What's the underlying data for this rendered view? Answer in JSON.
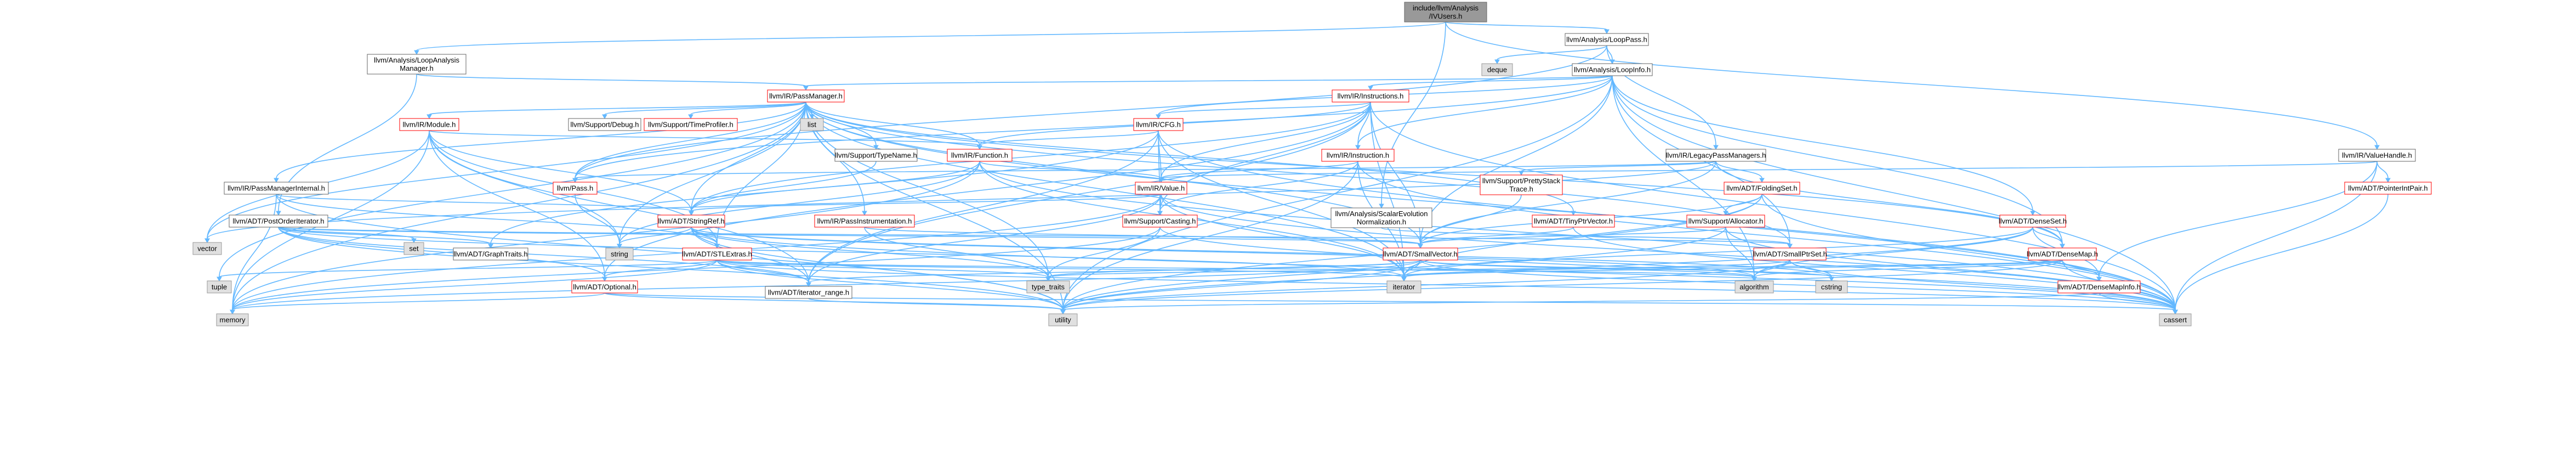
{
  "nodes": [
    {
      "id": "users",
      "lines": [
        "include/llvm/Analysis",
        "/IVUsers.h"
      ],
      "style": "root"
    },
    {
      "id": "looppass",
      "lines": [
        "llvm/Analysis/LoopPass.h"
      ],
      "style": "normal"
    },
    {
      "id": "lam",
      "lines": [
        "llvm/Analysis/LoopAnalysis",
        "Manager.h"
      ],
      "style": "normal"
    },
    {
      "id": "valuehandle",
      "lines": [
        "llvm/IR/ValueHandle.h"
      ],
      "style": "normal"
    },
    {
      "id": "deque",
      "lines": [
        "deque"
      ],
      "style": "sys"
    },
    {
      "id": "loopinfo",
      "lines": [
        "llvm/Analysis/LoopInfo.h"
      ],
      "style": "normal"
    },
    {
      "id": "passmanager",
      "lines": [
        "llvm/IR/PassManager.h"
      ],
      "style": "trunc"
    },
    {
      "id": "instructions",
      "lines": [
        "llvm/IR/Instructions.h"
      ],
      "style": "trunc"
    },
    {
      "id": "module",
      "lines": [
        "llvm/IR/Module.h"
      ],
      "style": "trunc"
    },
    {
      "id": "debug",
      "lines": [
        "llvm/Support/Debug.h"
      ],
      "style": "normal"
    },
    {
      "id": "timeprofiler",
      "lines": [
        "llvm/Support/TimeProfiler.h"
      ],
      "style": "trunc"
    },
    {
      "id": "list",
      "lines": [
        "list"
      ],
      "style": "sys"
    },
    {
      "id": "cfg",
      "lines": [
        "llvm/IR/CFG.h"
      ],
      "style": "trunc"
    },
    {
      "id": "typename",
      "lines": [
        "llvm/Support/TypeName.h"
      ],
      "style": "normal"
    },
    {
      "id": "function",
      "lines": [
        "llvm/IR/Function.h"
      ],
      "style": "trunc"
    },
    {
      "id": "instruction",
      "lines": [
        "llvm/IR/Instruction.h"
      ],
      "style": "trunc"
    },
    {
      "id": "legacypm",
      "lines": [
        "llvm/IR/LegacyPassManagers.h"
      ],
      "style": "normal"
    },
    {
      "id": "pminternal",
      "lines": [
        "llvm/IR/PassManagerInternal.h"
      ],
      "style": "normal"
    },
    {
      "id": "pass",
      "lines": [
        "llvm/Pass.h"
      ],
      "style": "trunc"
    },
    {
      "id": "value",
      "lines": [
        "llvm/IR/Value.h"
      ],
      "style": "trunc"
    },
    {
      "id": "prettystack",
      "lines": [
        "llvm/Support/PrettyStack",
        "Trace.h"
      ],
      "style": "trunc"
    },
    {
      "id": "foldingset",
      "lines": [
        "llvm/ADT/FoldingSet.h"
      ],
      "style": "trunc"
    },
    {
      "id": "pointerintpair",
      "lines": [
        "llvm/ADT/PointerIntPair.h"
      ],
      "style": "trunc"
    },
    {
      "id": "postorder",
      "lines": [
        "llvm/ADT/PostOrderIterator.h"
      ],
      "style": "normal"
    },
    {
      "id": "stringref",
      "lines": [
        "llvm/ADT/StringRef.h"
      ],
      "style": "trunc"
    },
    {
      "id": "passinstr",
      "lines": [
        "llvm/IR/PassInstrumentation.h"
      ],
      "style": "trunc"
    },
    {
      "id": "casting",
      "lines": [
        "llvm/Support/Casting.h"
      ],
      "style": "trunc"
    },
    {
      "id": "scalarevo",
      "lines": [
        "llvm/Analysis/ScalarEvolution",
        "Normalization.h"
      ],
      "style": "normal"
    },
    {
      "id": "tinyptr",
      "lines": [
        "llvm/ADT/TinyPtrVector.h"
      ],
      "style": "trunc"
    },
    {
      "id": "allocator",
      "lines": [
        "llvm/Support/Allocator.h"
      ],
      "style": "trunc"
    },
    {
      "id": "denseset",
      "lines": [
        "llvm/ADT/DenseSet.h"
      ],
      "style": "trunc"
    },
    {
      "id": "vector",
      "lines": [
        "vector"
      ],
      "style": "sys"
    },
    {
      "id": "set",
      "lines": [
        "set"
      ],
      "style": "sys"
    },
    {
      "id": "graphtraits",
      "lines": [
        "llvm/ADT/GraphTraits.h"
      ],
      "style": "normal"
    },
    {
      "id": "string",
      "lines": [
        "string"
      ],
      "style": "sys"
    },
    {
      "id": "stlextras",
      "lines": [
        "llvm/ADT/STLExtras.h"
      ],
      "style": "trunc"
    },
    {
      "id": "smallvector",
      "lines": [
        "llvm/ADT/SmallVector.h"
      ],
      "style": "trunc"
    },
    {
      "id": "smallptrset",
      "lines": [
        "llvm/ADT/SmallPtrSet.h"
      ],
      "style": "trunc"
    },
    {
      "id": "densemap",
      "lines": [
        "llvm/ADT/DenseMap.h"
      ],
      "style": "trunc"
    },
    {
      "id": "tuple",
      "lines": [
        "tuple"
      ],
      "style": "sys"
    },
    {
      "id": "optional",
      "lines": [
        "llvm/ADT/Optional.h"
      ],
      "style": "trunc"
    },
    {
      "id": "iterrange",
      "lines": [
        "llvm/ADT/iterator_range.h"
      ],
      "style": "normal"
    },
    {
      "id": "typetraits",
      "lines": [
        "type_traits"
      ],
      "style": "sys"
    },
    {
      "id": "iterator",
      "lines": [
        "iterator"
      ],
      "style": "sys"
    },
    {
      "id": "algorithm",
      "lines": [
        "algorithm"
      ],
      "style": "sys"
    },
    {
      "id": "cstring",
      "lines": [
        "cstring"
      ],
      "style": "sys"
    },
    {
      "id": "densemapinfo",
      "lines": [
        "llvm/ADT/DenseMapInfo.h"
      ],
      "style": "trunc"
    },
    {
      "id": "memory",
      "lines": [
        "memory"
      ],
      "style": "sys"
    },
    {
      "id": "utility",
      "lines": [
        "utility"
      ],
      "style": "sys"
    },
    {
      "id": "cassert",
      "lines": [
        "cassert"
      ],
      "style": "sys"
    }
  ],
  "edges": [
    [
      "users",
      "looppass"
    ],
    [
      "users",
      "lam"
    ],
    [
      "users",
      "valuehandle"
    ],
    [
      "users",
      "scalarevo"
    ],
    [
      "looppass",
      "deque"
    ],
    [
      "looppass",
      "loopinfo"
    ],
    [
      "looppass",
      "legacypm"
    ],
    [
      "looppass",
      "pass"
    ],
    [
      "lam",
      "passmanager"
    ],
    [
      "lam",
      "postorder"
    ],
    [
      "loopinfo",
      "passmanager"
    ],
    [
      "loopinfo",
      "instructions"
    ],
    [
      "loopinfo",
      "cfg"
    ],
    [
      "loopinfo",
      "instruction"
    ],
    [
      "loopinfo",
      "denseset"
    ],
    [
      "loopinfo",
      "densemap"
    ],
    [
      "loopinfo",
      "smallptrset"
    ],
    [
      "loopinfo",
      "smallvector"
    ],
    [
      "loopinfo",
      "pass"
    ],
    [
      "loopinfo",
      "algorithm"
    ],
    [
      "loopinfo",
      "utility"
    ],
    [
      "loopinfo",
      "cassert"
    ],
    [
      "passmanager",
      "module"
    ],
    [
      "passmanager",
      "debug"
    ],
    [
      "passmanager",
      "timeprofiler"
    ],
    [
      "passmanager",
      "list"
    ],
    [
      "passmanager",
      "typename"
    ],
    [
      "passmanager",
      "function"
    ],
    [
      "passmanager",
      "pminternal"
    ],
    [
      "passmanager",
      "passinstr"
    ],
    [
      "passmanager",
      "stringref"
    ],
    [
      "passmanager",
      "stlextras"
    ],
    [
      "passmanager",
      "smallptrset"
    ],
    [
      "passmanager",
      "smallvector"
    ],
    [
      "passmanager",
      "tinyptr"
    ],
    [
      "passmanager",
      "densemap"
    ],
    [
      "passmanager",
      "vector"
    ],
    [
      "passmanager",
      "tuple"
    ],
    [
      "passmanager",
      "memory"
    ],
    [
      "passmanager",
      "cassert"
    ],
    [
      "passmanager",
      "iterator"
    ],
    [
      "passmanager",
      "typetraits"
    ],
    [
      "passmanager",
      "utility"
    ],
    [
      "passmanager",
      "string"
    ],
    [
      "passmanager",
      "pass"
    ],
    [
      "instructions",
      "cfg"
    ],
    [
      "instructions",
      "instruction"
    ],
    [
      "instructions",
      "function"
    ],
    [
      "instructions",
      "value"
    ],
    [
      "instructions",
      "casting"
    ],
    [
      "instructions",
      "iterrange"
    ],
    [
      "instructions",
      "stringref"
    ],
    [
      "instructions",
      "smallvector"
    ],
    [
      "instructions",
      "optional"
    ],
    [
      "instructions",
      "iterator"
    ],
    [
      "instructions",
      "cassert"
    ],
    [
      "module",
      "function"
    ],
    [
      "module",
      "stringref"
    ],
    [
      "module",
      "stlextras"
    ],
    [
      "module",
      "iterrange"
    ],
    [
      "module",
      "optional"
    ],
    [
      "module",
      "vector"
    ],
    [
      "module",
      "memory"
    ],
    [
      "module",
      "string"
    ],
    [
      "cfg",
      "function"
    ],
    [
      "cfg",
      "value"
    ],
    [
      "cfg",
      "casting"
    ],
    [
      "cfg",
      "iterrange"
    ],
    [
      "cfg",
      "graphtraits"
    ],
    [
      "cfg",
      "iterator"
    ],
    [
      "cfg",
      "cassert"
    ],
    [
      "typename",
      "stringref"
    ],
    [
      "function",
      "value"
    ],
    [
      "function",
      "stringref"
    ],
    [
      "function",
      "iterator"
    ],
    [
      "function",
      "string"
    ],
    [
      "function",
      "memory"
    ],
    [
      "function",
      "cassert"
    ],
    [
      "instruction",
      "value"
    ],
    [
      "instruction",
      "casting"
    ],
    [
      "instruction",
      "iterator"
    ],
    [
      "instruction",
      "utility"
    ],
    [
      "instruction",
      "cassert"
    ],
    [
      "legacypm",
      "foldingset"
    ],
    [
      "legacypm",
      "prettystack"
    ],
    [
      "legacypm",
      "densemap"
    ],
    [
      "legacypm",
      "smallvector"
    ],
    [
      "legacypm",
      "pass"
    ],
    [
      "legacypm",
      "vector"
    ],
    [
      "valuehandle",
      "pointerintpair"
    ],
    [
      "valuehandle",
      "value"
    ],
    [
      "valuehandle",
      "densemapinfo"
    ],
    [
      "valuehandle",
      "cassert"
    ],
    [
      "pminternal",
      "stringref"
    ],
    [
      "pminternal",
      "stlextras"
    ],
    [
      "pminternal",
      "memory"
    ],
    [
      "pminternal",
      "utility"
    ],
    [
      "pass",
      "string"
    ],
    [
      "value",
      "stringref"
    ],
    [
      "value",
      "casting"
    ],
    [
      "value",
      "iterrange"
    ],
    [
      "value",
      "iterator"
    ],
    [
      "value",
      "memory"
    ],
    [
      "value",
      "cassert"
    ],
    [
      "prettystack",
      "smallvector"
    ],
    [
      "foldingset",
      "smallvector"
    ],
    [
      "foldingset",
      "allocator"
    ],
    [
      "foldingset",
      "iterator"
    ],
    [
      "foldingset",
      "utility"
    ],
    [
      "foldingset",
      "cassert"
    ],
    [
      "pointerintpair",
      "cassert"
    ],
    [
      "postorder",
      "graphtraits"
    ],
    [
      "postorder",
      "iterrange"
    ],
    [
      "postorder",
      "optional"
    ],
    [
      "postorder",
      "smallptrset"
    ],
    [
      "postorder",
      "smallvector"
    ],
    [
      "postorder",
      "iterator"
    ],
    [
      "postorder",
      "set"
    ],
    [
      "postorder",
      "utility"
    ],
    [
      "stringref",
      "stlextras"
    ],
    [
      "stringref",
      "iterrange"
    ],
    [
      "stringref",
      "algorithm"
    ],
    [
      "stringref",
      "cassert"
    ],
    [
      "stringref",
      "cstring"
    ],
    [
      "stringref",
      "string"
    ],
    [
      "stringref",
      "typetraits"
    ],
    [
      "stringref",
      "utility"
    ],
    [
      "passinstr",
      "typetraits"
    ],
    [
      "passinstr",
      "smallvector"
    ],
    [
      "casting",
      "typetraits"
    ],
    [
      "casting",
      "memory"
    ],
    [
      "casting",
      "cassert"
    ],
    [
      "scalarevo",
      "smallptrset"
    ],
    [
      "tinyptr",
      "smallvector"
    ],
    [
      "tinyptr",
      "cassert"
    ],
    [
      "allocator",
      "smallvector"
    ],
    [
      "allocator",
      "algorithm"
    ],
    [
      "allocator",
      "cassert"
    ],
    [
      "allocator",
      "utility"
    ],
    [
      "denseset",
      "densemap"
    ],
    [
      "denseset",
      "densemapinfo"
    ],
    [
      "denseset",
      "algorithm"
    ],
    [
      "denseset",
      "iterator"
    ],
    [
      "denseset",
      "utility"
    ],
    [
      "stlextras",
      "iterrange"
    ],
    [
      "stlextras",
      "optional"
    ],
    [
      "stlextras",
      "algorithm"
    ],
    [
      "stlextras",
      "cassert"
    ],
    [
      "stlextras",
      "iterator"
    ],
    [
      "stlextras",
      "memory"
    ],
    [
      "stlextras",
      "tuple"
    ],
    [
      "stlextras",
      "typetraits"
    ],
    [
      "stlextras",
      "utility"
    ],
    [
      "smallvector",
      "iterrange"
    ],
    [
      "smallvector",
      "algorithm"
    ],
    [
      "smallvector",
      "cassert"
    ],
    [
      "smallvector",
      "cstring"
    ],
    [
      "smallvector",
      "iterator"
    ],
    [
      "smallvector",
      "memory"
    ],
    [
      "smallvector",
      "typetraits"
    ],
    [
      "smallvector",
      "utility"
    ],
    [
      "smallptrset",
      "iterator"
    ],
    [
      "smallptrset",
      "algorithm"
    ],
    [
      "smallptrset",
      "cstring"
    ],
    [
      "smallptrset",
      "utility"
    ],
    [
      "smallptrset",
      "cassert"
    ],
    [
      "densemap",
      "densemapinfo"
    ],
    [
      "densemap",
      "algorithm"
    ],
    [
      "densemap",
      "cassert"
    ],
    [
      "densemap",
      "iterator"
    ],
    [
      "densemap",
      "utility"
    ],
    [
      "densemap",
      "typetraits"
    ],
    [
      "optional",
      "utility"
    ],
    [
      "optional",
      "memory"
    ],
    [
      "optional",
      "cassert"
    ],
    [
      "iterrange",
      "utility"
    ],
    [
      "densemapinfo",
      "cassert"
    ],
    [
      "densemapinfo",
      "utility"
    ]
  ]
}
